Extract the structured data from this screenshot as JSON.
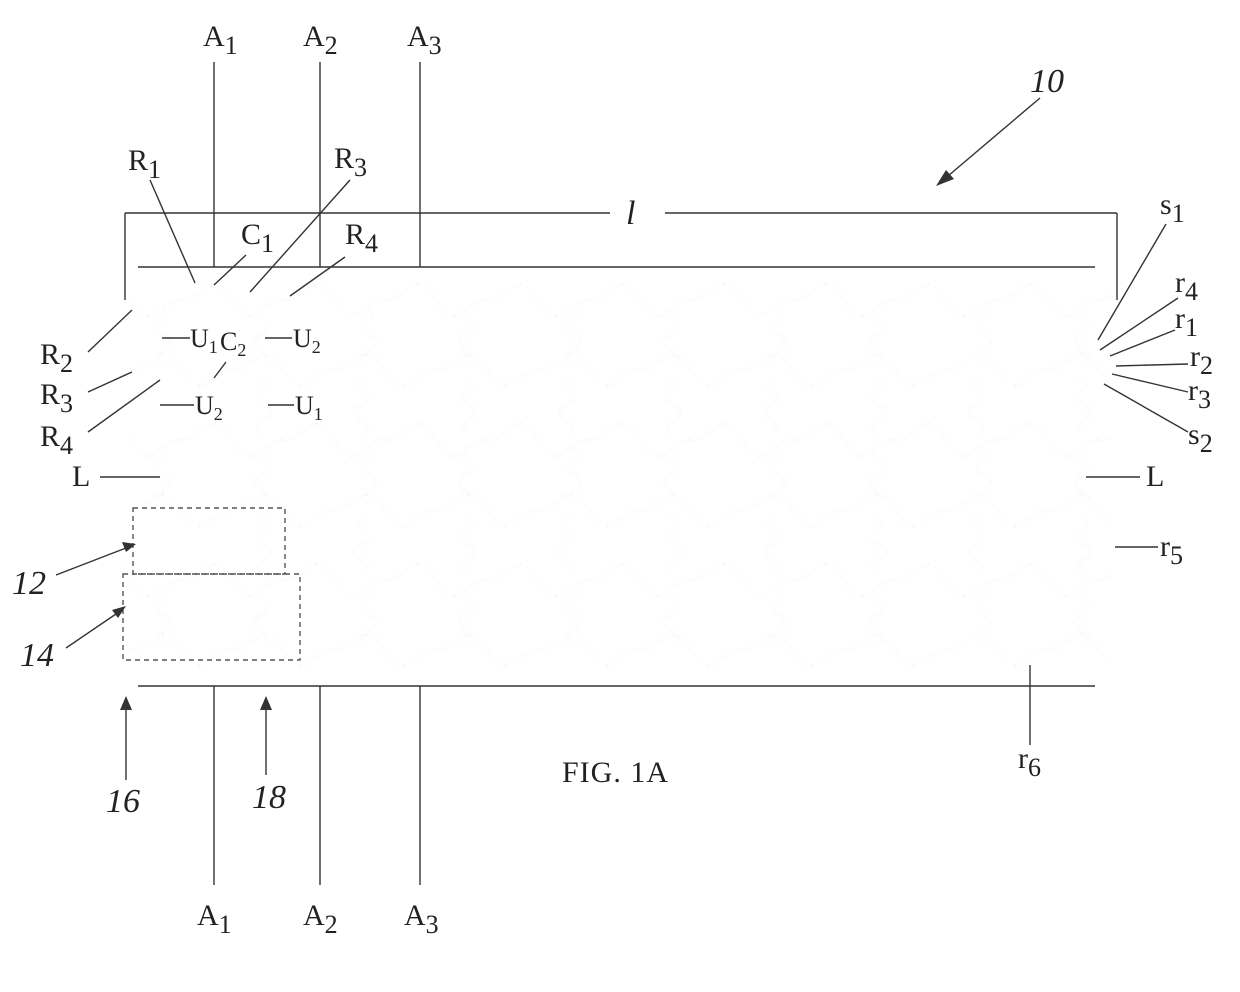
{
  "figure": {
    "caption": "FIG. 1A",
    "ref_numerals": {
      "device": "10",
      "box_upper": "12",
      "box_lower": "14",
      "end_left": "16",
      "end_right": "18"
    },
    "length_label": "l",
    "axes_top": [
      {
        "main": "A",
        "sub": "1"
      },
      {
        "main": "A",
        "sub": "2"
      },
      {
        "main": "A",
        "sub": "3"
      }
    ],
    "axes_bottom": [
      {
        "main": "A",
        "sub": "1"
      },
      {
        "main": "A",
        "sub": "2"
      },
      {
        "main": "A",
        "sub": "3"
      }
    ],
    "left_labels": {
      "R1": {
        "main": "R",
        "sub": "1"
      },
      "R3_top": {
        "main": "R",
        "sub": "3"
      },
      "R4_top": {
        "main": "R",
        "sub": "4"
      },
      "C1": {
        "main": "C",
        "sub": "1"
      },
      "C2": {
        "main": "C",
        "sub": "2"
      },
      "R2": {
        "main": "R",
        "sub": "2"
      },
      "R3": {
        "main": "R",
        "sub": "3"
      },
      "R4": {
        "main": "R",
        "sub": "4"
      },
      "U1_a": {
        "main": "U",
        "sub": "1"
      },
      "U2_a": {
        "main": "U",
        "sub": "2"
      },
      "U2_b": {
        "main": "U",
        "sub": "2"
      },
      "U1_b": {
        "main": "U",
        "sub": "1"
      },
      "L_left": "L"
    },
    "right_labels": {
      "s1": {
        "main": "s",
        "sub": "1"
      },
      "r4": {
        "main": "r",
        "sub": "4"
      },
      "r1": {
        "main": "r",
        "sub": "1"
      },
      "r2": {
        "main": "r",
        "sub": "2"
      },
      "r3": {
        "main": "r",
        "sub": "3"
      },
      "s2": {
        "main": "s",
        "sub": "2"
      },
      "L_right": "L",
      "r5": {
        "main": "r",
        "sub": "5"
      },
      "r6": {
        "main": "r",
        "sub": "6"
      }
    }
  }
}
